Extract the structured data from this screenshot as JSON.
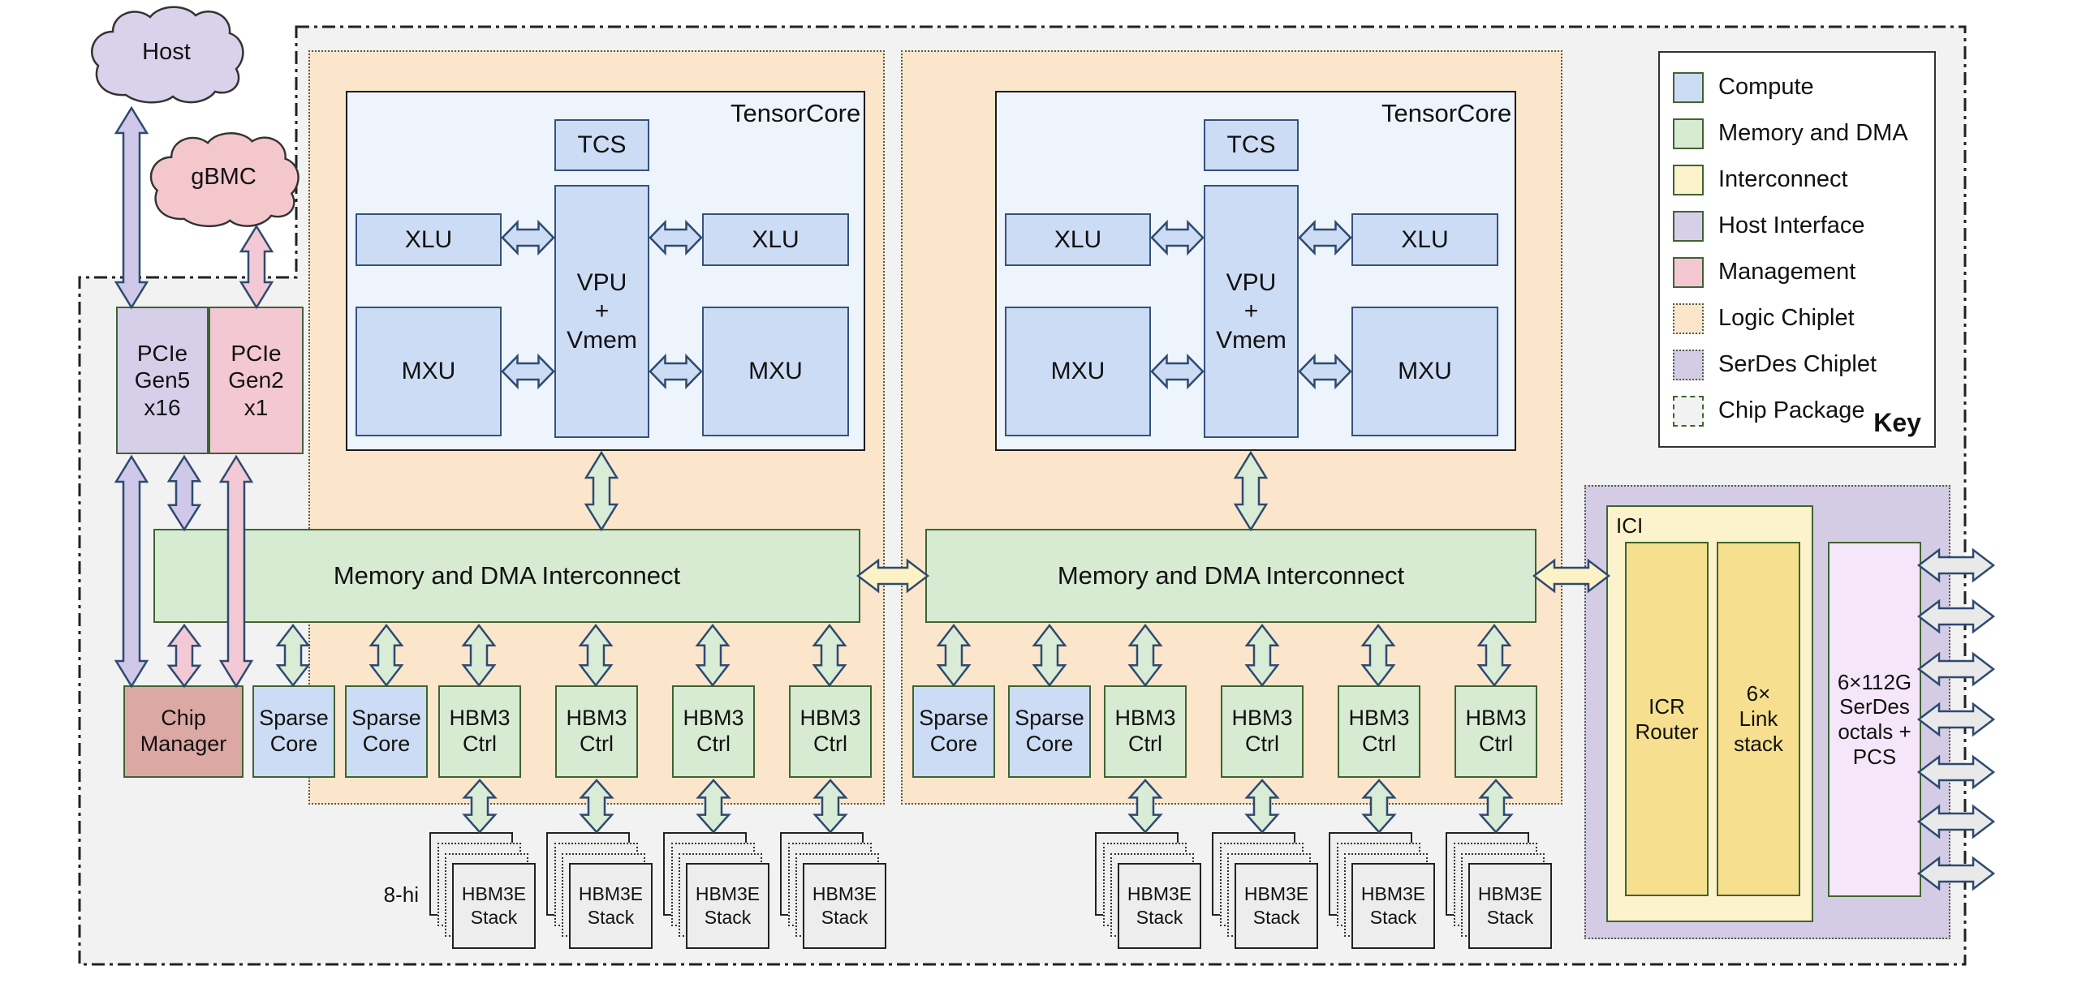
{
  "labels": {
    "host_cloud": "Host",
    "gbmc_cloud": "gBMC",
    "pcie_gen5": "PCIe\nGen5\nx16",
    "pcie_gen2": "PCIe\nGen2\nx1",
    "chip_manager": "Chip\nManager",
    "sparse_core": "Sparse\nCore",
    "hbm3_ctrl": "HBM3\nCtrl",
    "hbm3e_stack": "HBM3E\nStack",
    "stack_height": "8-hi",
    "interconnect": "Memory and DMA Interconnect",
    "tensorcore": "TensorCore",
    "tcs": "TCS",
    "xlu": "XLU",
    "vpu": "VPU\n+\nVmem",
    "mxu": "MXU",
    "ici": "ICI",
    "icr_router": "ICR\nRouter",
    "link_stack": "6×\nLink\nstack",
    "serdes_block": "6×112G\nSerDes\noctals +\nPCS"
  },
  "legend": {
    "title": "Key",
    "items": [
      {
        "label": "Compute",
        "color": "#ccdcf4",
        "border": "solid"
      },
      {
        "label": "Memory and DMA",
        "color": "#d6ebd1",
        "border": "solid"
      },
      {
        "label": "Interconnect",
        "color": "#fcf3cd",
        "border": "solid"
      },
      {
        "label": "Host Interface",
        "color": "#d6cfe9",
        "border": "solid"
      },
      {
        "label": "Management",
        "color": "#f3c8d2",
        "border": "solid"
      },
      {
        "label": "Logic Chiplet",
        "color": "#fbe6cc",
        "border": "dotted"
      },
      {
        "label": "SerDes Chiplet",
        "color": "#d4cce5",
        "border": "dotted"
      },
      {
        "label": "Chip Package",
        "color": "#f2f2f2",
        "border": "dashdot"
      }
    ]
  },
  "colors": {
    "arrow_purple": "#cfc8e8",
    "arrow_pink": "#f2c9d4",
    "arrow_green": "#d9ecd5",
    "arrow_blue": "#ccdcf4",
    "arrow_yellow": "#fdf2c6",
    "arrow_grey": "#e9e9e9",
    "arrow_stroke": "#2e4a70",
    "package_fill": "#f2f2f2",
    "host_cloud_fill": "#d9d2ea",
    "gbmc_cloud_fill": "#f4c7cc"
  }
}
